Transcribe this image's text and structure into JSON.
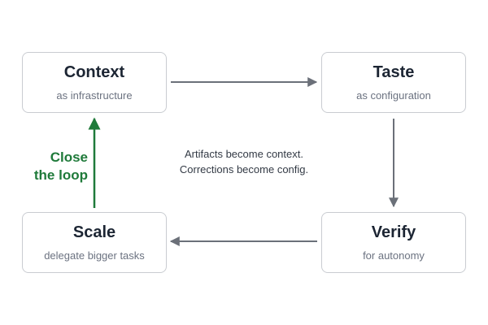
{
  "nodes": {
    "context": {
      "title": "Context",
      "subtitle": "as infrastructure"
    },
    "taste": {
      "title": "Taste",
      "subtitle": "as configuration"
    },
    "verify": {
      "title": "Verify",
      "subtitle": "for autonomy"
    },
    "scale": {
      "title": "Scale",
      "subtitle": "delegate bigger tasks"
    }
  },
  "center_note": {
    "line1": "Artifacts become context.",
    "line2": "Corrections become config."
  },
  "loop_label": {
    "line1": "Close",
    "line2": "the loop"
  },
  "colors": {
    "arrow": "#6b7079",
    "loop": "#1f7a3a",
    "border": "#c9ccd1",
    "title": "#1c2533",
    "subtitle": "#6b7280"
  }
}
